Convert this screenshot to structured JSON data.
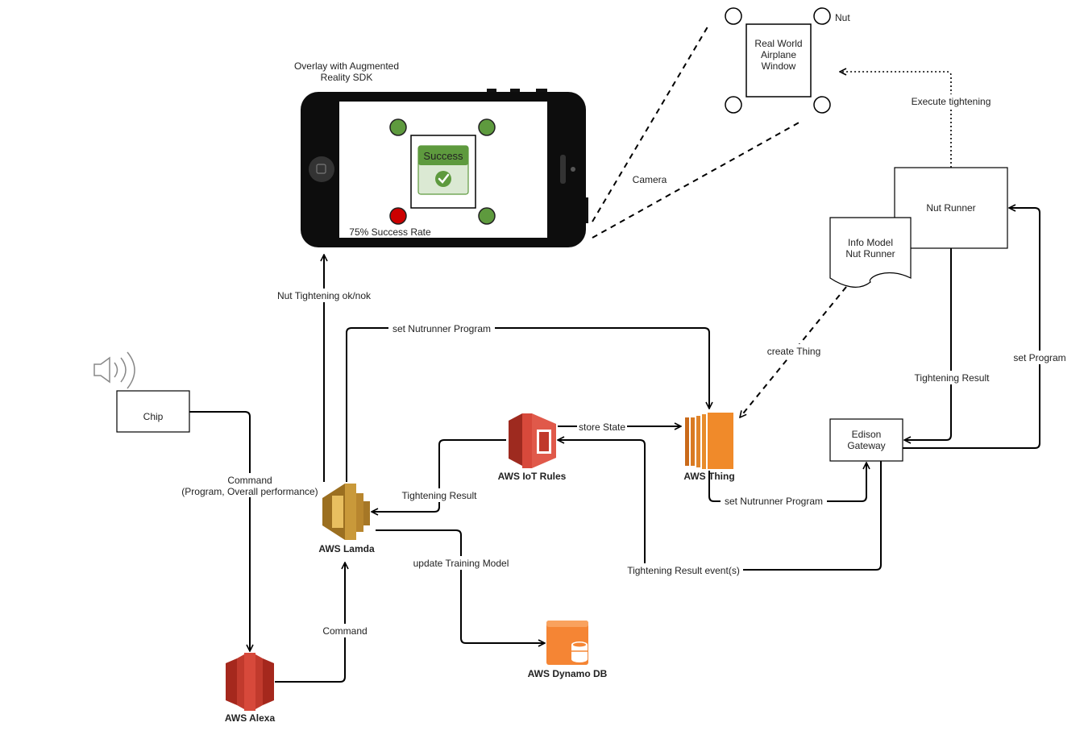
{
  "phone": {
    "overlay_title_line1": "Overlay with Augmented",
    "overlay_title_line2": "Reality SDK",
    "success_label": "Success",
    "success_rate": "75% Success Rate"
  },
  "real_world": {
    "line1": "Real World",
    "line2": "Airplane",
    "line3": "Window",
    "nut_label": "Nut"
  },
  "nodes": {
    "nut_runner": "Nut Runner",
    "info_model_line1": "Info Model",
    "info_model_line2": "Nut Runner",
    "edison_line1": "Edison",
    "edison_line2": "Gateway",
    "chip": "Chip",
    "aws_lambda": "AWS Lamda",
    "aws_iot_rules": "AWS IoT Rules",
    "aws_thing": "AWS Thing",
    "aws_dynamo": "AWS Dynamo DB",
    "aws_alexa": "AWS Alexa"
  },
  "edges": {
    "camera": "Camera",
    "execute_tightening": "Execute tightening",
    "nut_tightening": "Nut Tightening ok/nok",
    "set_nutrunner_program_top": "set Nutrunner Program",
    "create_thing": "create Thing",
    "tightening_result_nr": "Tightening Result",
    "set_program": "set Program",
    "store_state": "store State",
    "tightening_result_lambda": "Tightening Result",
    "set_nutrunner_program_bottom": "set Nutrunner Program",
    "command_line1": "Command",
    "command_line2": "(Program, Overall performance)",
    "update_training": "update Training Model",
    "tightening_events": "Tightening Result event(s)",
    "command_alexa": "Command"
  },
  "colors": {
    "success_green": "#5e9a3e",
    "fail_red": "#cc0000",
    "lambda_gold": "#c9993a",
    "iot_red": "#d7493b",
    "thing_orange": "#f08a2a",
    "dynamo_orange": "#f58534",
    "alexa_red": "#d7493b"
  }
}
